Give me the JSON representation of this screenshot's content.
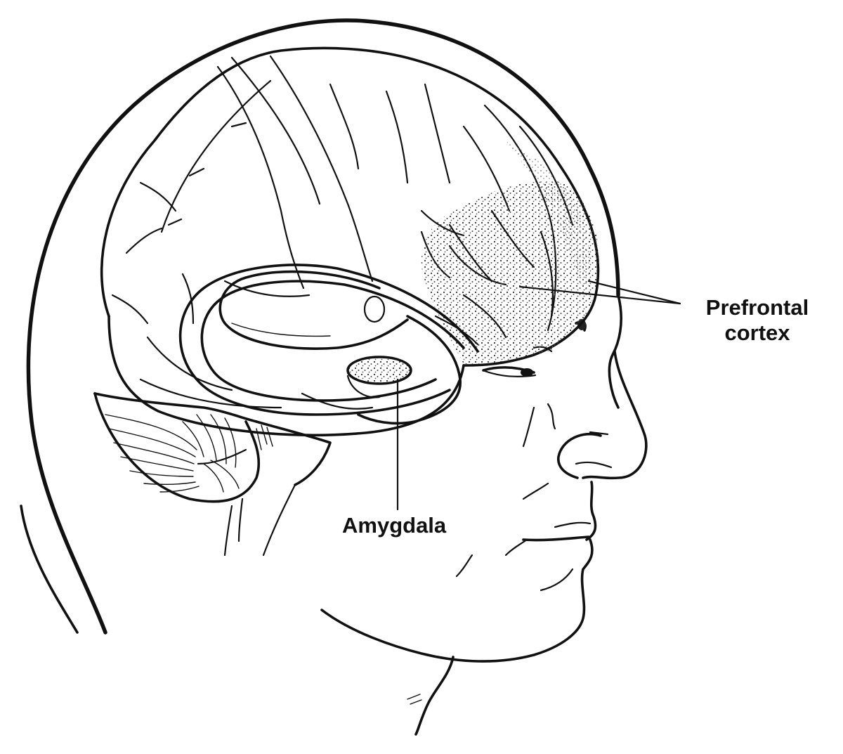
{
  "figure": {
    "subject": "Side view of human head showing brain anatomy",
    "background_color": "#ffffff",
    "ink_color": "#111111",
    "labels": {
      "prefrontal_cortex": {
        "line1": "Prefrontal",
        "line2": "cortex"
      },
      "amygdala": "Amygdala"
    },
    "structures": [
      "head-outline",
      "cerebrum",
      "limbic-arc",
      "prefrontal-cortex-stippled-region",
      "amygdala",
      "cerebellum",
      "brainstem",
      "face-profile"
    ]
  }
}
